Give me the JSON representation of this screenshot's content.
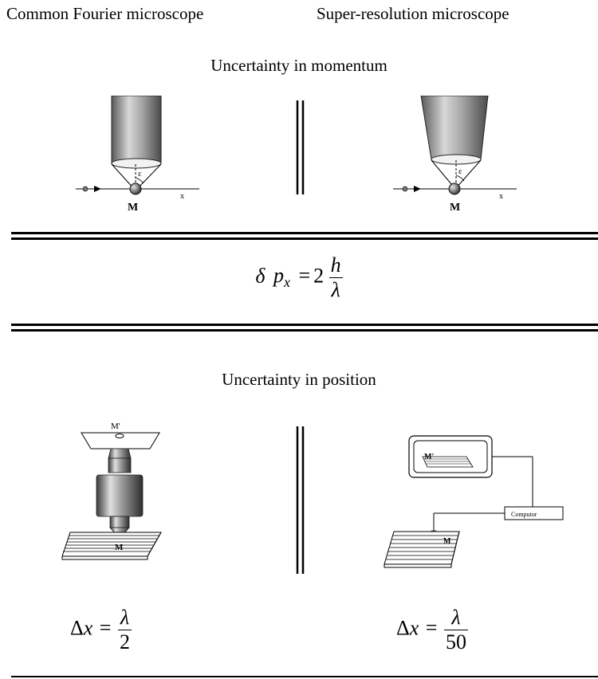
{
  "headings": {
    "left_column": "Common Fourier microscope",
    "right_column": "Super-resolution microscope",
    "momentum": "Uncertainty in momentum",
    "position": "Uncertainty in position"
  },
  "momentum_diagram": {
    "angle_label": "ε",
    "axis_label": "x",
    "object_label": "M"
  },
  "momentum_formula": {
    "lhs_symbol": "δ",
    "lhs_var": "p",
    "lhs_sub": "x",
    "equals": "=",
    "coeff": "2",
    "num": "h",
    "den": "λ"
  },
  "position_diagram": {
    "image_label": "M'",
    "object_label": "M",
    "screen_label": "M'",
    "computer_label": "Computor"
  },
  "position_formulas": {
    "left": {
      "delta": "Δ",
      "var": "x",
      "equals": "=",
      "num": "λ",
      "den": "2"
    },
    "right": {
      "delta": "Δ",
      "var": "x",
      "equals": "=",
      "num": "λ",
      "den": "50"
    }
  }
}
